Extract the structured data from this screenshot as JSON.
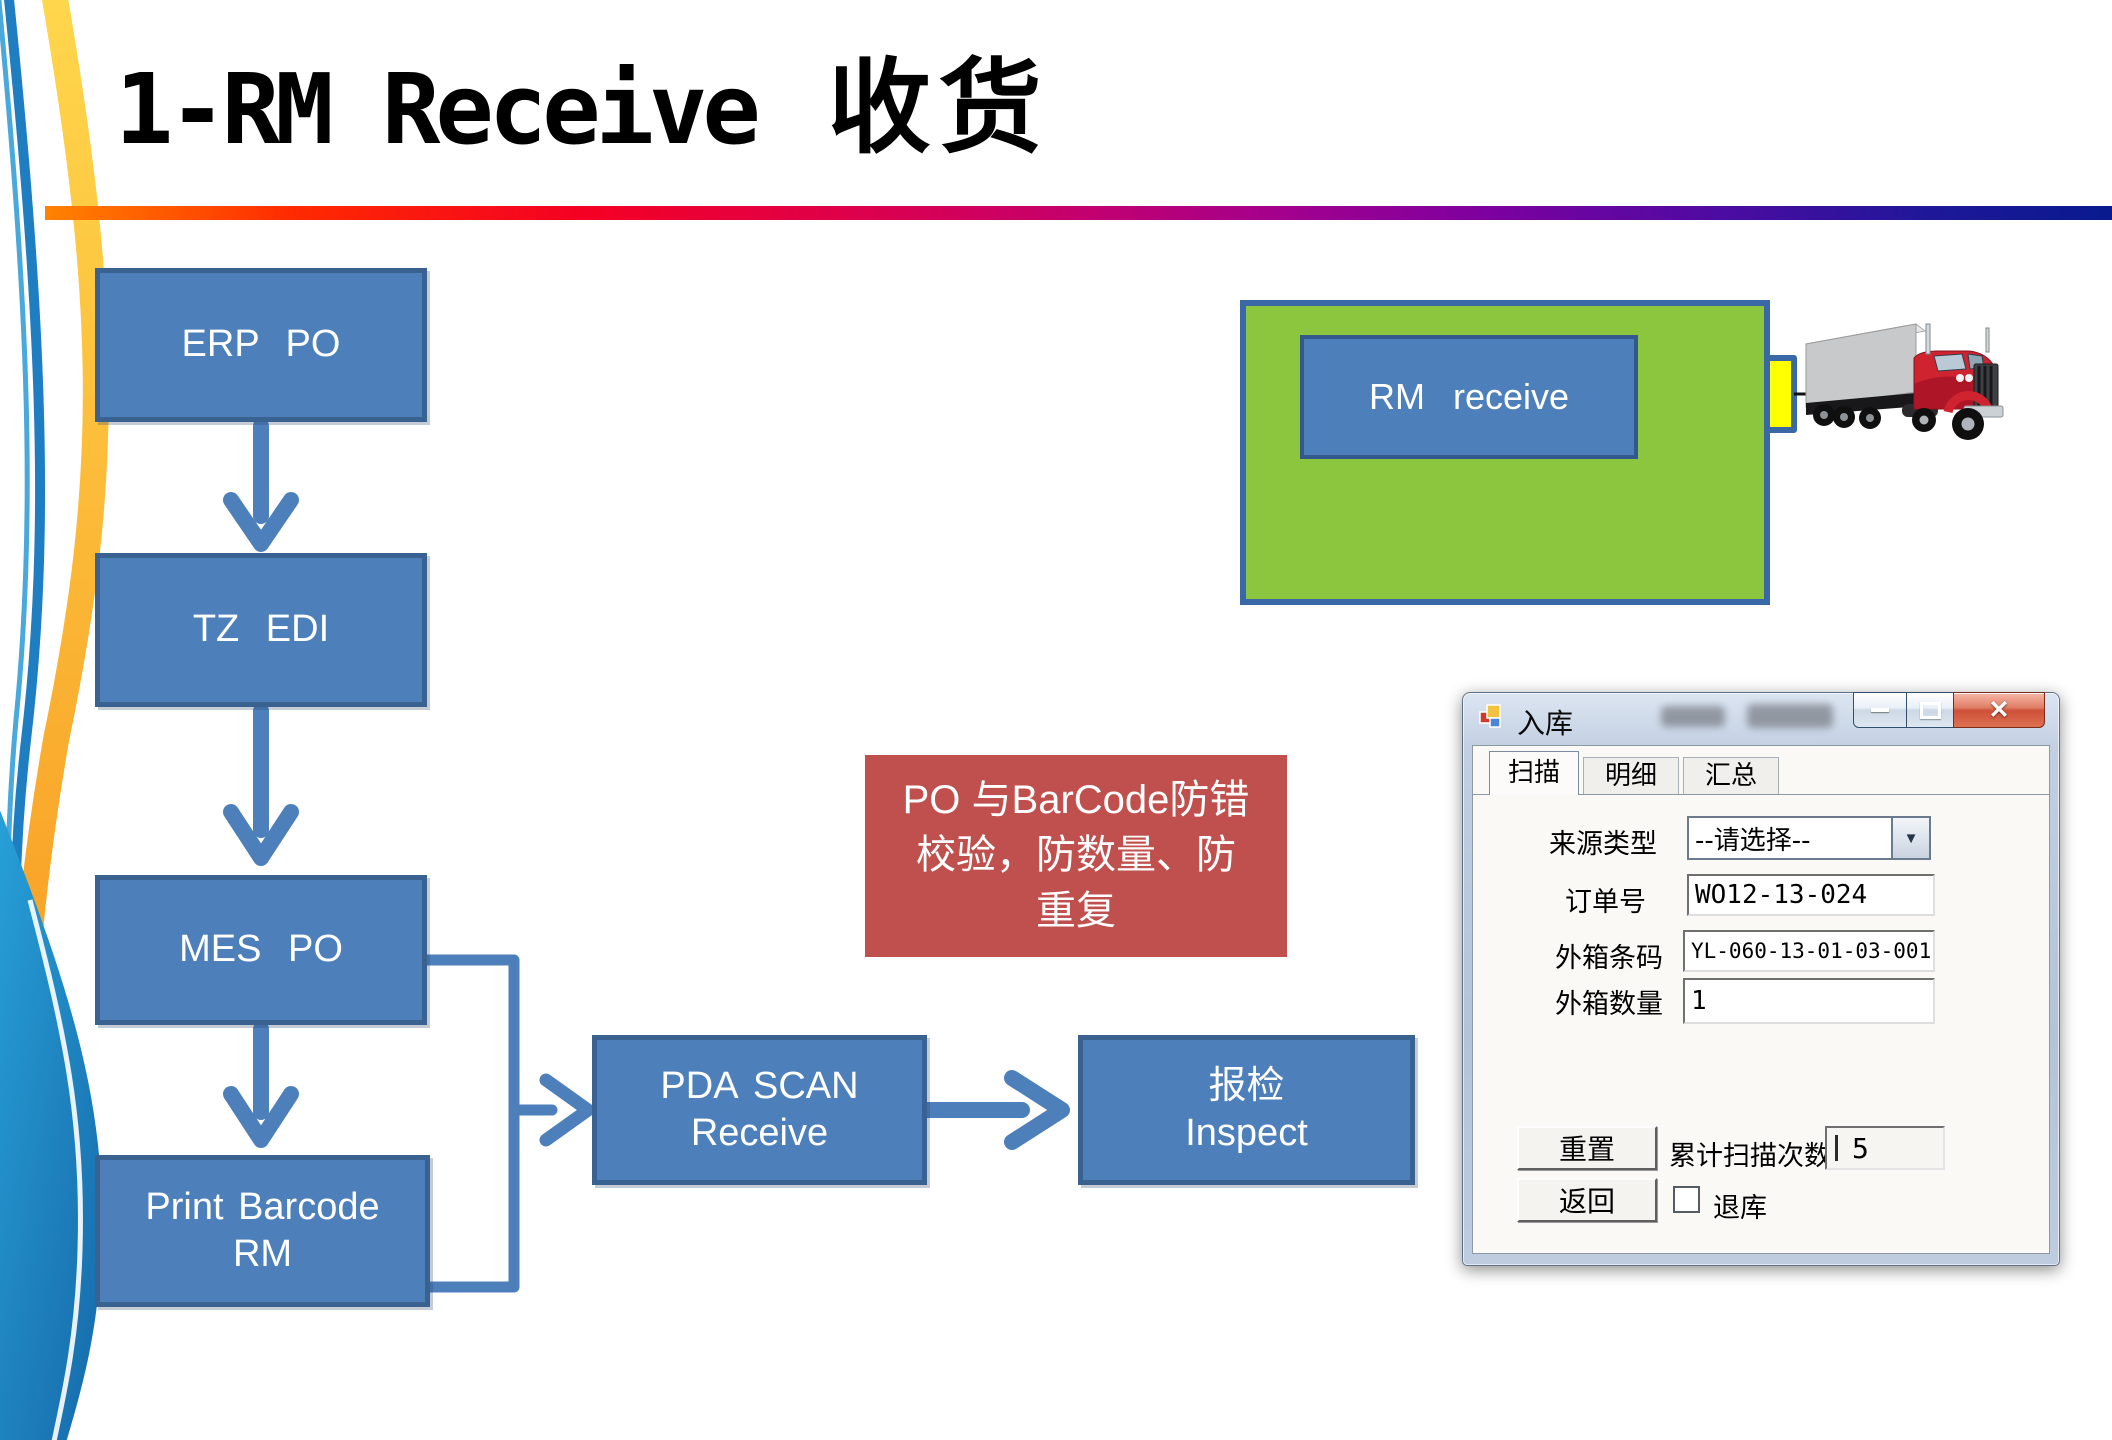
{
  "slide": {
    "title_en": "1-RM Receive",
    "title_cn": "收货"
  },
  "flow": {
    "boxes": [
      {
        "lines": [
          "ERP PO",
          ""
        ]
      },
      {
        "lines": [
          "TZ EDI",
          ""
        ]
      },
      {
        "lines": [
          "MES PO",
          ""
        ]
      },
      {
        "lines": [
          "Print Barcode",
          "RM"
        ]
      },
      {
        "lines": [
          "PDA SCAN",
          "Receive"
        ]
      },
      {
        "lines": [
          "报检",
          "Inspect"
        ]
      }
    ]
  },
  "note": {
    "line1": "PO 与BarCode防错",
    "line2": "校验，防数量、防",
    "line3": "重复"
  },
  "receive": {
    "label": "RM receive"
  },
  "dialog": {
    "title": "入库",
    "icons": {
      "minimize": "—",
      "maximize": "□",
      "close": "✕",
      "dropdown": "▼"
    },
    "tabs": [
      "扫描",
      "明细",
      "汇总"
    ],
    "fields": [
      {
        "label": "来源类型",
        "value": "--请选择--"
      },
      {
        "label": "订单号",
        "value": "WO12-13-024"
      },
      {
        "label": "外箱条码",
        "value": "YL-060-13-01-03-001"
      },
      {
        "label": "外箱数量",
        "value": "1"
      }
    ],
    "buttons": {
      "reset": "重置",
      "back": "返回"
    },
    "counter": {
      "label": "累计扫描次数",
      "value": "5"
    },
    "checkbox": {
      "label": "退库",
      "checked": false
    }
  },
  "colors": {
    "box_blue": "#4d7fba",
    "box_border": "#3a6291",
    "note_red": "#c0504d",
    "panel_green": "#8cc63e",
    "arrow_yellow": "#ffff00",
    "divider_left": "#ff8300",
    "divider_right": "#081a8e"
  }
}
